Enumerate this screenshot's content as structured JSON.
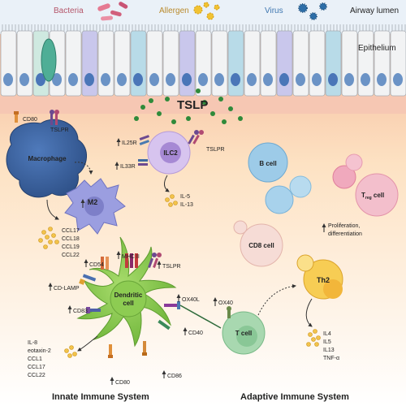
{
  "header": {
    "pathogens": [
      "Bacteria",
      "Allergen",
      "Virus"
    ],
    "airway_lumen": "Airway lumen",
    "epithelium": "Epithelium"
  },
  "tslp": "TSLP",
  "macrophage": {
    "name": "Macrophage",
    "cd80": "CD80",
    "receptor": "TSLPR",
    "m2": "M2",
    "chemokines": [
      "CCL17",
      "CCL18",
      "CCL19",
      "CCL22"
    ]
  },
  "ilc2": {
    "name": "ILC2",
    "receptors": [
      "IL25R",
      "IL33R"
    ],
    "tslpr": "TSLPR",
    "cytokines": [
      "IL-5",
      "IL-13"
    ]
  },
  "dendritic": {
    "name_line1": "Dendritic",
    "name_line2": "cell",
    "markers": [
      "CD54",
      "MHC II",
      "TSLPR",
      "CD-LAMP",
      "CD83",
      "OX40L",
      "CD40",
      "CD86",
      "CD80"
    ],
    "secreted": [
      "IL-8",
      "eotaxin-2",
      "CCL1",
      "CCL17",
      "CCL22"
    ]
  },
  "adaptive": {
    "b_cell": "B cell",
    "treg": "T",
    "treg_sub": "reg",
    "treg_suffix": " cell",
    "proliferation": [
      "Proliferation,",
      "differentiation"
    ],
    "cd8": "CD8 cell",
    "t_cell": "T cell",
    "ox40": "OX40",
    "th2": "Th2",
    "th2_cytokines": [
      "IL4",
      "IL5",
      "IL13",
      "TNF-α"
    ]
  },
  "footer": {
    "innate": "Innate Immune System",
    "adaptive": "Adaptive Immune System"
  },
  "colors": {
    "pathogen_label": "#b5566a",
    "allergen_label": "#b98a2c",
    "virus_label": "#3f77b0",
    "tslp_dot": "#2f8a3a",
    "macrophage": "#3a5f9c",
    "ilc2": "#c9b2e6",
    "dendritic": "#7cc043",
    "t_cell": "#9fd3a8",
    "th2": "#f5c542",
    "b_cell": "#8ec5e6",
    "treg": "#f0b9c8",
    "cd8": "#f4d7d1"
  }
}
